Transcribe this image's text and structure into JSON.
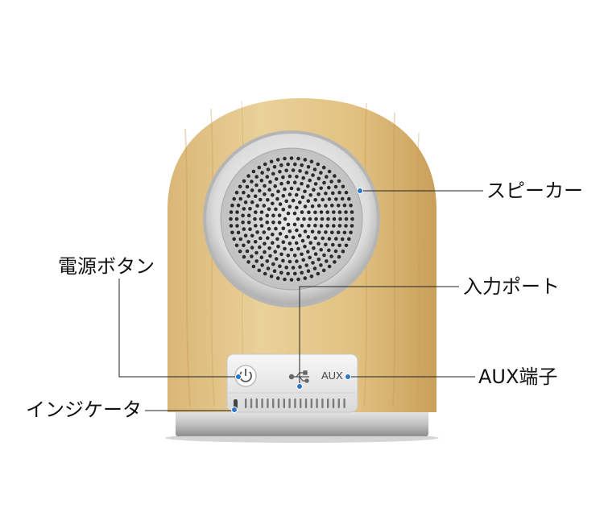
{
  "labels": {
    "speaker": "スピーカー",
    "power_button": "電源ボタン",
    "input_port": "入力ポート",
    "aux_port": "AUX端子",
    "indicator": "インジケータ"
  },
  "panel": {
    "aux_text": "AUX"
  },
  "icons": {
    "power": "power-icon",
    "usb": "usb-icon"
  },
  "colors": {
    "wood_light": "#e6c98f",
    "wood_mid": "#d2ad6b",
    "callout_dot": "#2a78c8",
    "line": "#222222"
  }
}
